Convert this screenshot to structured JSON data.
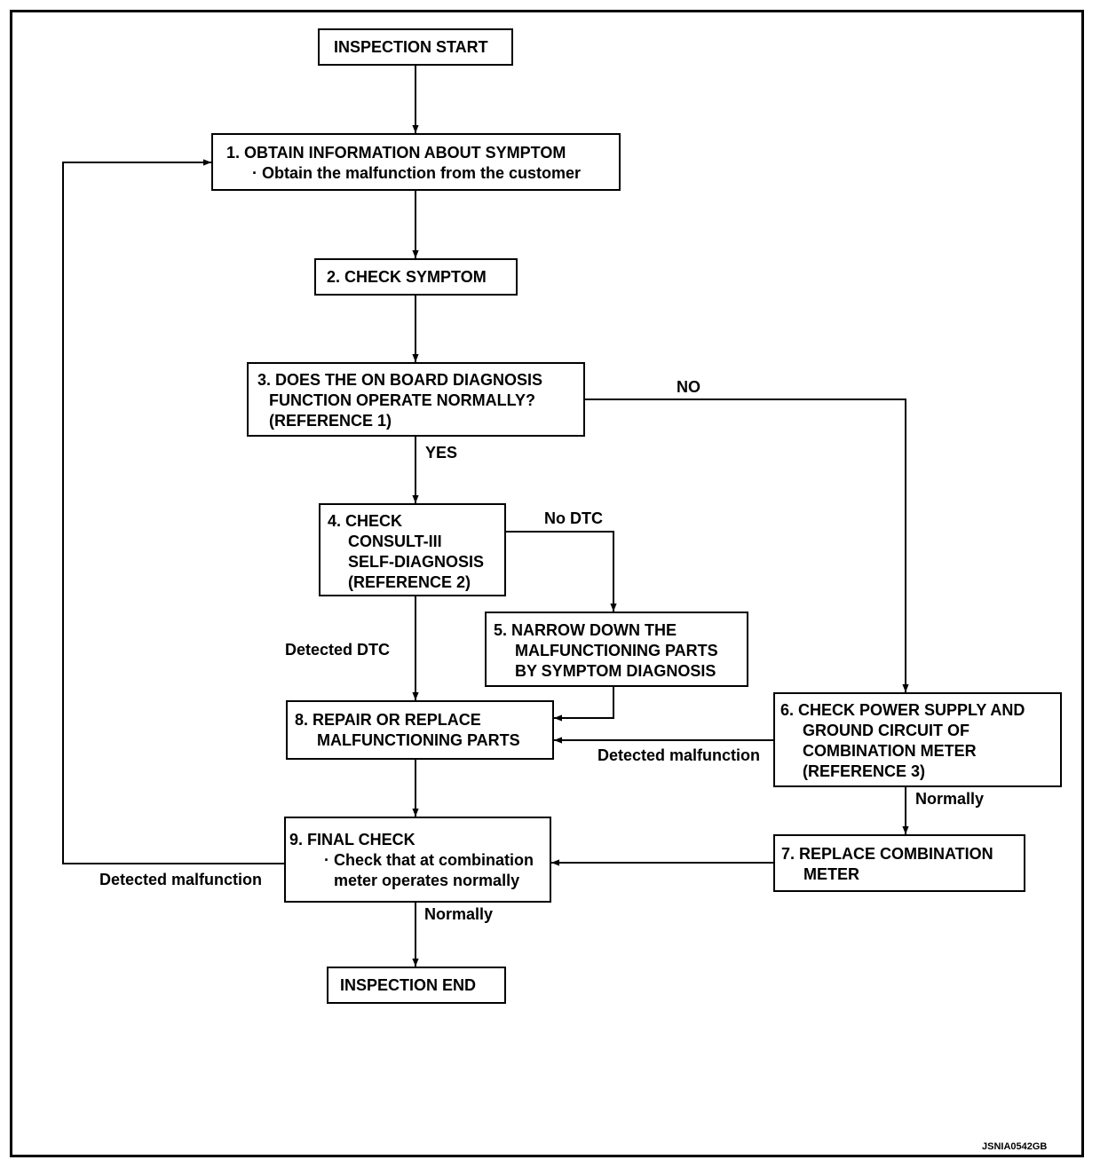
{
  "nodes": {
    "start": {
      "text": "INSPECTION START"
    },
    "step1": {
      "title": "1. OBTAIN INFORMATION ABOUT SYMPTOM",
      "detail": "· Obtain the malfunction from the customer"
    },
    "step2": {
      "title": "2. CHECK SYMPTOM"
    },
    "step3": {
      "lines": [
        "3. DOES THE ON BOARD DIAGNOSIS",
        "FUNCTION OPERATE NORMALLY?",
        "(REFERENCE 1)"
      ]
    },
    "step4": {
      "lines": [
        "4. CHECK",
        "CONSULT-III",
        "SELF-DIAGNOSIS",
        "(REFERENCE 2)"
      ]
    },
    "step5": {
      "lines": [
        "5. NARROW DOWN THE",
        "MALFUNCTIONING PARTS",
        "BY SYMPTOM DIAGNOSIS"
      ]
    },
    "step6": {
      "lines": [
        "6. CHECK POWER SUPPLY AND",
        "GROUND CIRCUIT OF",
        "COMBINATION METER",
        "(REFERENCE 3)"
      ]
    },
    "step7": {
      "lines": [
        "7. REPLACE COMBINATION",
        "METER"
      ]
    },
    "step8": {
      "lines": [
        "8. REPAIR OR REPLACE",
        "MALFUNCTIONING PARTS"
      ]
    },
    "step9": {
      "title": "9. FINAL CHECK",
      "detail": [
        "· Check that at combination",
        "meter operates normally"
      ]
    },
    "end": {
      "text": "INSPECTION END"
    }
  },
  "edge_labels": {
    "no": "NO",
    "yes": "YES",
    "no_dtc": "No DTC",
    "detected_dtc": "Detected DTC",
    "detected_malfunction_6": "Detected malfunction",
    "normally_6": "Normally",
    "detected_malfunction_9": "Detected malfunction",
    "normally_9": "Normally"
  },
  "figure_code": "JSNIA0542GB"
}
